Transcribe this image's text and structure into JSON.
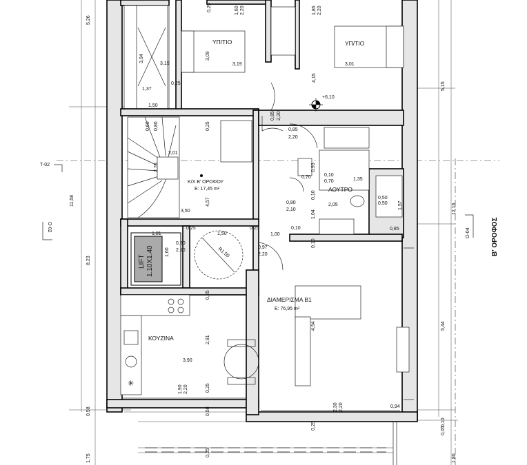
{
  "rooms": {
    "bedroom_left": "ΥΠ/ΤΙΟ",
    "bedroom_right": "ΥΠ/ΤΙΟ",
    "stair_hall": "Κ/Χ Β' ΟΡΟΦΟΥ",
    "stair_hall_area": "Ε: 17,45 m²",
    "bathroom": "ΛΟΥΤΡΟ",
    "kitchen": "ΚΟΥΖΙΝΑ",
    "apartment": "ΔΙΑΜΕΡΙΣΜΑ Β1",
    "apartment_area": "Ε: 76,95 m²",
    "lift_line1": "LIFT",
    "lift_line2": "1.10Χ1.40",
    "circle_label": "R1.50"
  },
  "floor_label": "Β' ΟΡΟΦΟΣ",
  "level_mark": "+6,10",
  "axes": {
    "t02": "T-02",
    "o02": "O-02",
    "o04": "O-04"
  },
  "dims": {
    "d0_25a": "0,25",
    "d1_60": "1,60",
    "d2_20a": "2,20",
    "d1_85": "1,85",
    "d2_20b": "2,20",
    "d5_26": "5,26",
    "d3_04": "3,04",
    "d3_09": "3,09",
    "d3_19": "3,19",
    "d3_01": "3,01",
    "d4_15": "4,15",
    "d1_37": "1,37",
    "d0_25b": "0,25",
    "d1_50a": "1,50",
    "d5_15": "5,15",
    "d0_85a": "0,85",
    "d2_20c": "2,20",
    "d0_60": "0,60",
    "d0_80a": "0,80",
    "d0_85b": "0,85",
    "d2_20d": "2,20",
    "d2_01": "2,01",
    "d2_76": "2,76",
    "d0_93": "0,93",
    "d0_10a": "0,10",
    "d0_70a": "0,70",
    "d0_70b": "0,70",
    "d1_35": "1,35",
    "d4_57": "4,57",
    "d11_58": "11,58",
    "d0_80b": "0,80",
    "d2_10a": "2,10",
    "d0_10b": "0,10",
    "d2_05": "2,05",
    "d1_57": "1,57",
    "d0_50a": "0,50",
    "d0_50b": "0,50",
    "d12_16": "12,16",
    "d3_50": "3,50",
    "d1_04": "1,04",
    "d0_25c": "0,25",
    "d0_85c": "0,85",
    "d1_81": "1,81",
    "d0_25d": "0,25",
    "d1_50b": "1,50",
    "d0_10c": "0,10",
    "d1_00": "1,00",
    "d0_90": "0,90",
    "d2_10b": "2,10",
    "d1_60b": "1,60",
    "d0_97": "0,97",
    "d2_20e": "2,20",
    "d0_10d": "0,10",
    "d8_23": "8,23",
    "d0_25e": "0,25",
    "d4_94": "4,94",
    "d5_44": "5,44",
    "d2_91": "2,91",
    "d3_90": "3,90",
    "d1_90": "1,90",
    "d2_20f": "2,20",
    "d0_25f": "0,25",
    "d2_30": "2,30",
    "d2_20g": "2,20",
    "d0_94": "0,94",
    "d0_58a": "0,58",
    "d0_58b": "0,58",
    "d0_25g": "0,25",
    "d0_05": "0,05",
    "d0_10e": "0,10",
    "d1_75": "1,75",
    "d1_80": "1,80",
    "d0_25h": "0,25"
  }
}
